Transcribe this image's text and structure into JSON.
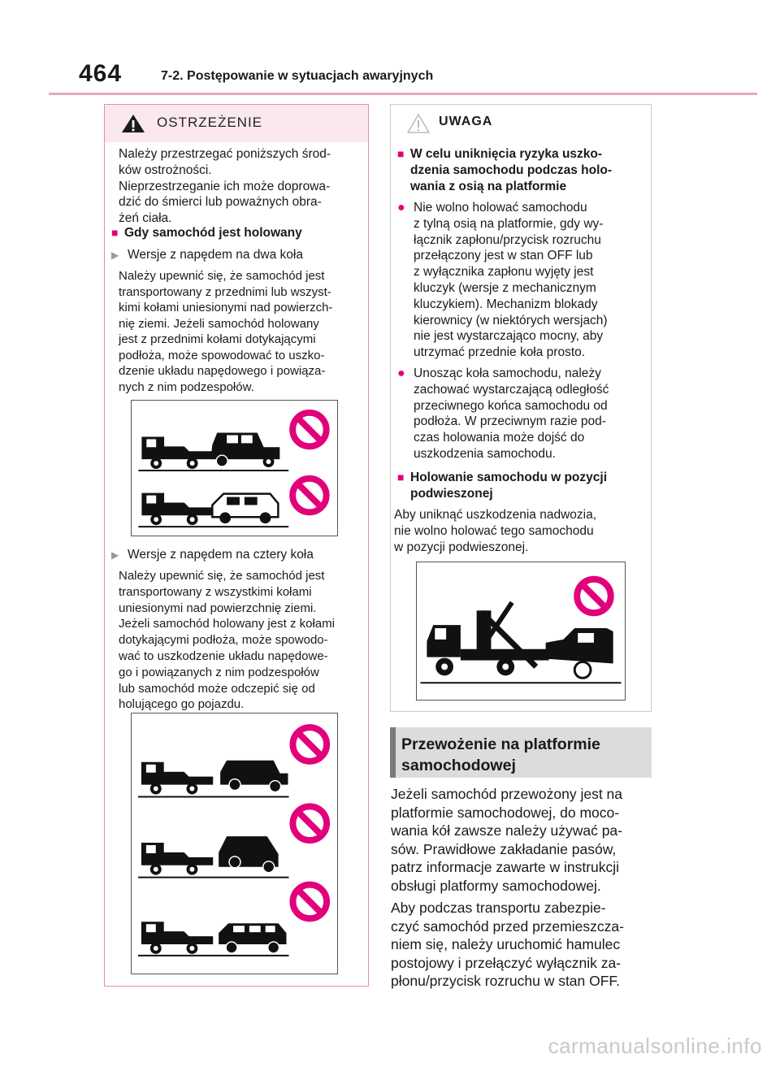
{
  "header": {
    "page_number": "464",
    "section_title": "7-2. Postępowanie w sytuacjach awaryjnych"
  },
  "colors": {
    "accent": "#e2007a",
    "rule": "#e8a7c6",
    "warning_bg": "#fbe7f0"
  },
  "warning": {
    "label": "OSTRZEŻENIE",
    "intro": [
      "Należy przestrzegać poniższych środ-",
      "ków ostrożności.",
      "Nieprzestrzeganie ich może doprowa-",
      "dzić do śmierci lub poważnych obra-",
      "żeń ciała."
    ],
    "heading": "Gdy samochód jest holowany",
    "sub1": "Wersje z napędem na dwa koła",
    "para1": [
      "Należy upewnić się, że samochód jest",
      "transportowany z przednimi lub wszyst-",
      "kimi kołami uniesionymi nad powierzch-",
      "nię ziemi. Jeżeli samochód holowany",
      "jest z przednimi kołami dotykającymi",
      "podłoża, może spowodować to uszko-",
      "dzenie układu napędowego i powiąza-",
      "nych z nim podzespołów."
    ],
    "sub2": "Wersje z napędem na cztery koła",
    "para2": [
      "Należy upewnić się, że samochód jest",
      "transportowany z wszystkimi kołami",
      "uniesionymi nad powierzchnię ziemi.",
      "Jeżeli samochód holowany jest z kołami",
      "dotykającymi podłoża, może spowodo-",
      "wać to uszkodzenie układu napędowe-",
      "go i powiązanych z nim podzespołów",
      "lub samochód może odczepić się od",
      "holującego go pojazdu."
    ]
  },
  "notice": {
    "label": "UWAGA",
    "heading1": [
      "W celu uniknięcia ryzyka uszko-",
      "dzenia samochodu podczas holo-",
      "wania z osią na platformie"
    ],
    "bullet1": [
      "Nie wolno holować samochodu",
      "z tylną osią na platformie, gdy wy-",
      "łącznik zapłonu/przycisk rozruchu",
      "przełączony jest w stan OFF lub",
      "z wyłącznika zapłonu wyjęty jest",
      "kluczyk (wersje z mechanicznym",
      "kluczykiem). Mechanizm blokady",
      "kierownicy (w niektórych wersjach)",
      "nie jest wystarczająco mocny, aby",
      "utrzymać przednie koła prosto."
    ],
    "bullet2": [
      "Unosząc koła samochodu, należy",
      "zachować wystarczającą odległość",
      "przeciwnego końca samochodu od",
      "podłoża. W przeciwnym razie pod-",
      "czas holowania może dojść do",
      "uszkodzenia samochodu."
    ],
    "heading2": [
      "Holowanie samochodu w pozycji",
      "podwieszonej"
    ],
    "para": [
      "Aby uniknąć uszkodzenia nadwozia,",
      "nie wolno holować tego samochodu",
      "w pozycji podwieszonej."
    ]
  },
  "platform": {
    "title": [
      "Przewożenie na platformie",
      "samochodowej"
    ],
    "para1": [
      "Jeżeli samochód przewożony jest na",
      "platformie samochodowej, do moco-",
      "wania kół zawsze należy używać pa-",
      "sów. Prawidłowe zakładanie pasów,",
      "patrz informacje zawarte w instrukcji",
      "obsługi platformy samochodowej."
    ],
    "para2": [
      "Aby podczas transportu zabezpie-",
      "czyć samochód przed przemieszcza-",
      "niem się, należy uruchomić hamulec",
      "postojowy i przełączyć wyłącznik za-",
      "płonu/przycisk rozruchu w stan OFF."
    ]
  },
  "watermark": "carmanualsonline.info",
  "icons": [
    "warning-triangle-icon",
    "caution-triangle-icon",
    "prohibited-sign-icon"
  ]
}
